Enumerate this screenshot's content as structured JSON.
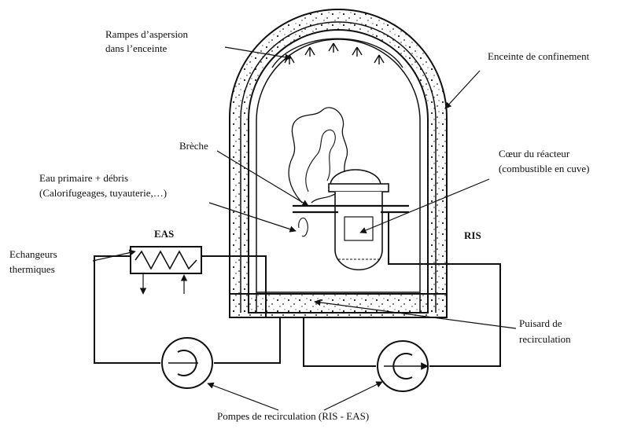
{
  "labels": {
    "rampes_1": "Rampes d’aspersion",
    "rampes_2": "dans l’enceinte",
    "enceinte": "Enceinte de confinement",
    "breche": "Brèche",
    "coeur_1": "Cœur du réacteur",
    "coeur_2": "(combustible en cuve)",
    "eau_1": "Eau primaire + débris",
    "eau_2": "(Calorifugeages, tuyauterie,…)",
    "eas": "EAS",
    "ris": "RIS",
    "echangeurs_1": "Echangeurs",
    "echangeurs_2": "thermiques",
    "puisard_1": "Puisard de",
    "puisard_2": "recirculation",
    "pompes": "Pompes de recirculation (RIS - EAS)"
  },
  "colors": {
    "ink": "#111111",
    "background": "#ffffff"
  }
}
